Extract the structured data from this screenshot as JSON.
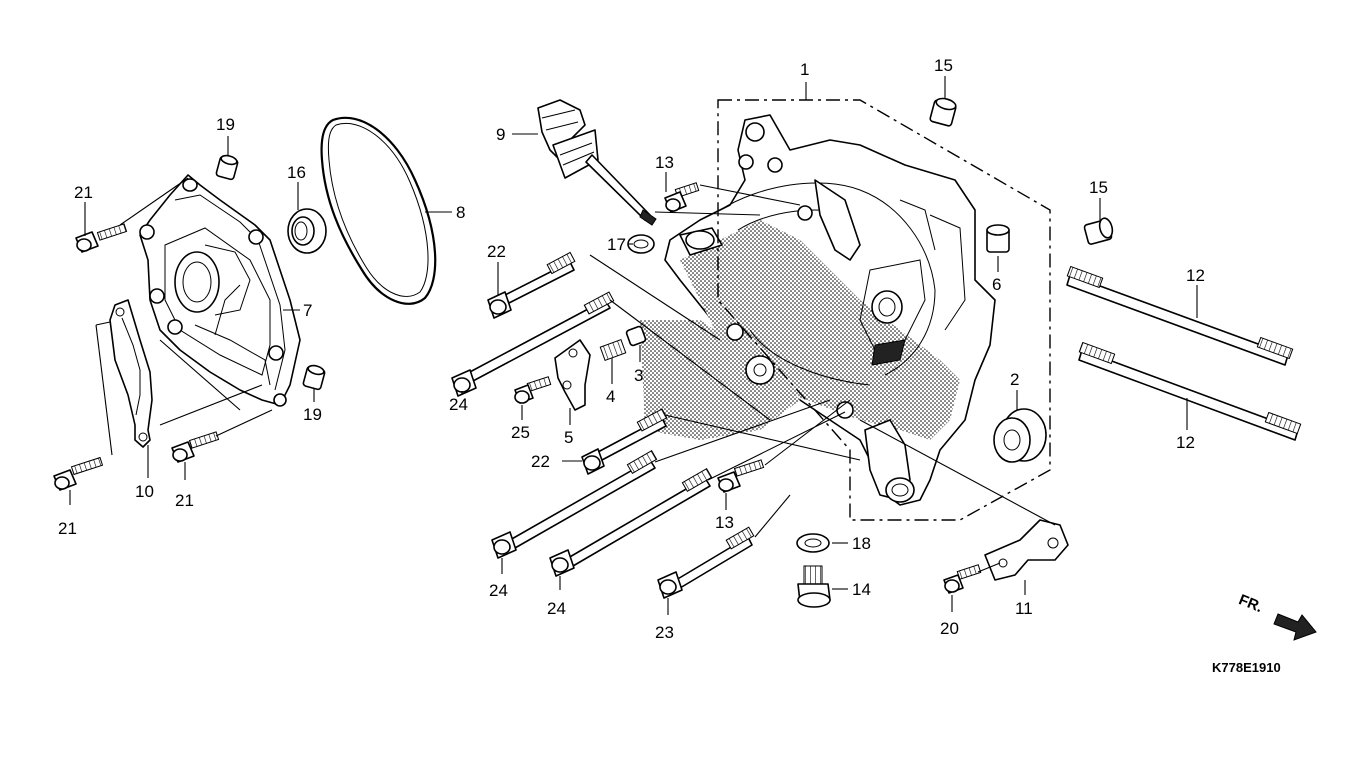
{
  "diagram": {
    "code": "K778E1910",
    "direction_label": "FR.",
    "callouts": {
      "c1": "1",
      "c2": "2",
      "c3": "3",
      "c4": "4",
      "c5": "5",
      "c6": "6",
      "c7": "7",
      "c8": "8",
      "c9": "9",
      "c10": "10",
      "c11": "11",
      "c12a": "12",
      "c12b": "12",
      "c13a": "13",
      "c13b": "13",
      "c14": "14",
      "c15a": "15",
      "c15b": "15",
      "c16": "16",
      "c17": "17",
      "c18": "18",
      "c19a": "19",
      "c19b": "19",
      "c20": "20",
      "c21a": "21",
      "c21b": "21",
      "c21c": "21",
      "c22a": "22",
      "c22b": "22",
      "c23": "23",
      "c24a": "24",
      "c24b": "24",
      "c24c": "24",
      "c25": "25"
    }
  }
}
